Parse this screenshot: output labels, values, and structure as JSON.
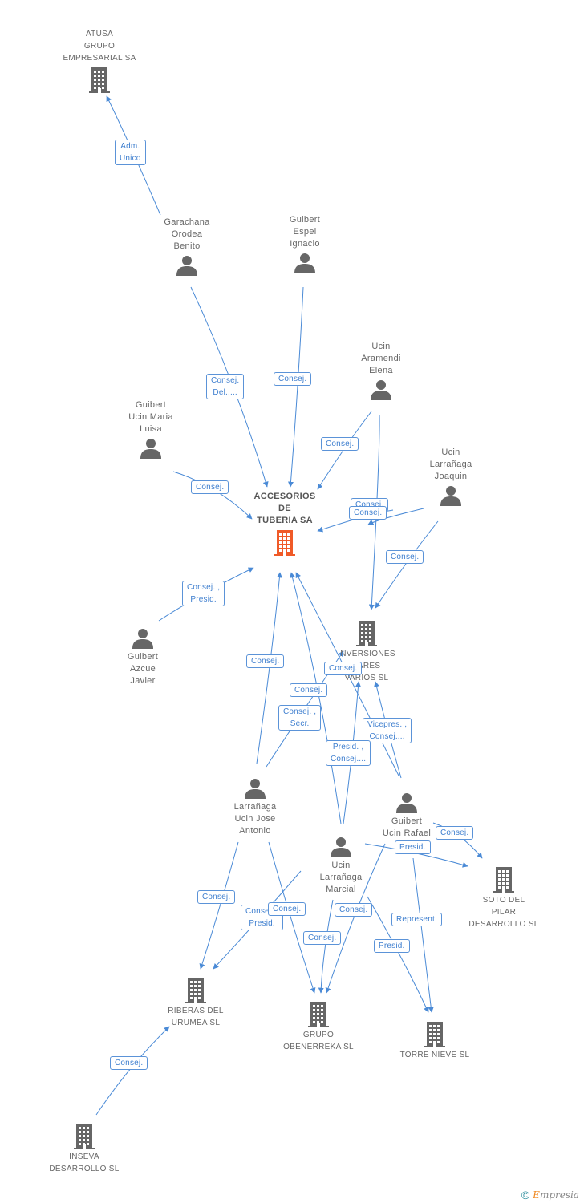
{
  "colors": {
    "edge": "#4a8ad6",
    "person": "#666666",
    "company": "#666666",
    "main": "#f05a28"
  },
  "nodes": [
    {
      "id": "atusa",
      "kind": "company",
      "label": "ATUSA\nGRUPO\nEMPRESARIAL SA"
    },
    {
      "id": "garachana",
      "kind": "person",
      "label": "Garachana\nOrodea\nBenito"
    },
    {
      "id": "guibert_espel",
      "kind": "person",
      "label": "Guibert\nEspel\nIgnacio"
    },
    {
      "id": "ucin_aramendi",
      "kind": "person",
      "label": "Ucin\nAramendi\nElena"
    },
    {
      "id": "guibert_ucin_maria",
      "kind": "person",
      "label": "Guibert\nUcin Maria\nLuisa"
    },
    {
      "id": "ucin_larranaga_joaquin",
      "kind": "person",
      "label": "Ucin\nLarrañaga\nJoaquin"
    },
    {
      "id": "accesorios",
      "kind": "main",
      "label": "ACCESORIOS\nDE\nTUBERIA SA"
    },
    {
      "id": "guibert_azcue",
      "kind": "person",
      "label": "Guibert\nAzcue\nJavier"
    },
    {
      "id": "inversiones",
      "kind": "company",
      "label": "INVERSIONES\nPARES\nVARIOS SL"
    },
    {
      "id": "larranaga_ucin_jose",
      "kind": "person",
      "label": "Larrañaga\nUcin Jose\nAntonio"
    },
    {
      "id": "guibert_ucin_rafael",
      "kind": "person",
      "label": "Guibert\nUcin Rafael"
    },
    {
      "id": "ucin_larranaga_marcial",
      "kind": "person",
      "label": "Ucin\nLarrañaga\nMarcial"
    },
    {
      "id": "soto",
      "kind": "company",
      "label": "SOTO DEL\nPILAR\nDESARROLLO SL"
    },
    {
      "id": "riberas",
      "kind": "company",
      "label": "RIBERAS DEL\nURUMEA SL"
    },
    {
      "id": "obenerreka",
      "kind": "company",
      "label": "GRUPO\nOBENERREKA SL"
    },
    {
      "id": "torre_nieve",
      "kind": "company",
      "label": "TORRE NIEVE SL"
    },
    {
      "id": "inseva",
      "kind": "company",
      "label": "INSEVA\nDESARROLLO SL"
    }
  ],
  "edge_labels": [
    "Adm.\nUnico",
    "Consej.\nDel.,...",
    "Consej.",
    "Consej.",
    "Consej.",
    "Consej.",
    "Consej.",
    "Consej.",
    "Consej. ,\nPresid.",
    "Consej.",
    "Consej.",
    "Consej.",
    "Consej. ,\nSecr.",
    "Vicepres. ,\nConsej....",
    "Presid. ,\nConsej....",
    "Consej.",
    "Presid.",
    "Consej.",
    "Consej. ,\nPresid.",
    "Consej.",
    "Consej.",
    "Consej.",
    "Represent.",
    "Presid.",
    "Consej."
  ],
  "footer": {
    "copyright": "©",
    "brand_first": "E",
    "brand_rest": "mpresia"
  }
}
